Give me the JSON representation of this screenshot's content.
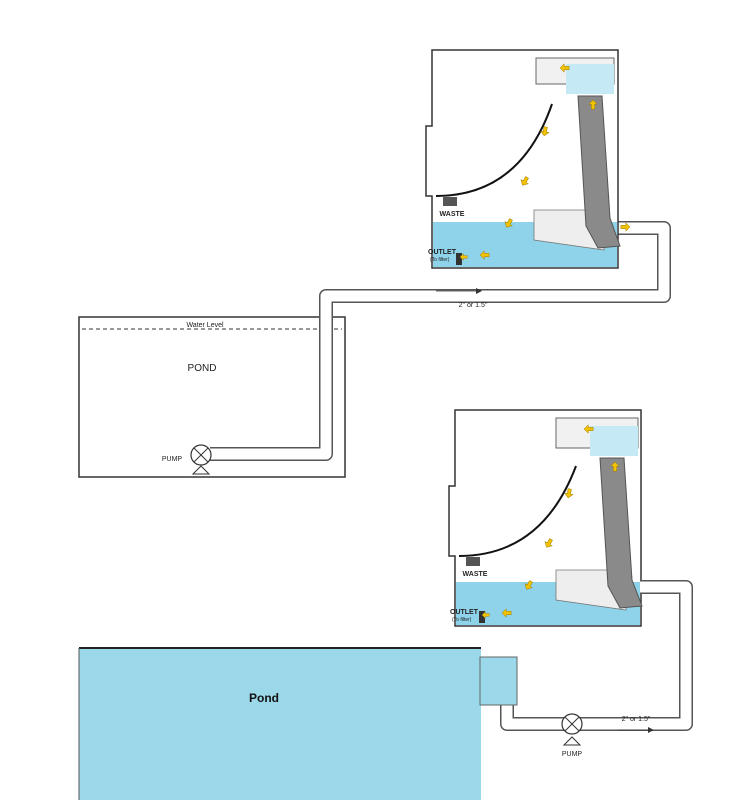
{
  "colors": {
    "water": "#9bd9ea",
    "filter_water": "#8fd3ea",
    "tube": "#8a8a8a",
    "flow_arrow": "#f2c200",
    "pipe": "#555555"
  },
  "top_system": {
    "pond_label": "POND",
    "water_level_label": "Water Level",
    "pump_label": "PUMP",
    "pipe_size_label": "2\" or 1.5\"",
    "waste_label": "WASTE",
    "outlet_label": "OUTLET",
    "outlet_sub_label": "(To filter)"
  },
  "bottom_system": {
    "pond_label": "Pond",
    "pump_label": "PUMP",
    "pipe_size_label": "2\" or 1.5\"",
    "waste_label": "WASTE",
    "outlet_label": "OUTLET",
    "outlet_sub_label": "(To filter)"
  }
}
